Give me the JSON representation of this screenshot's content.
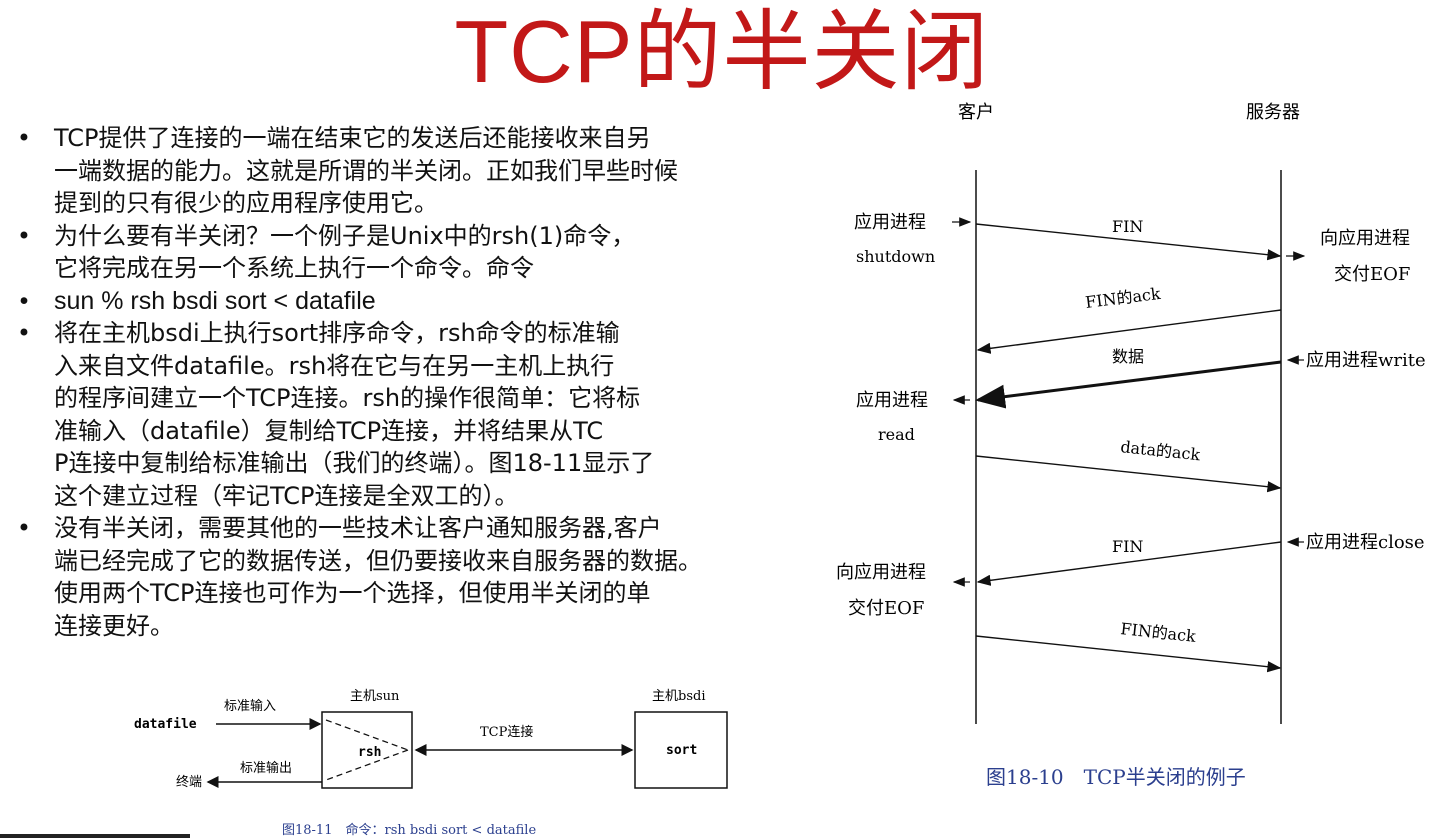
{
  "title": "TCP的半关闭",
  "bullets": [
    {
      "text": "TCP提供了连接的一端在结束它的发送后还能接收来自另一端数据的能力。这就是所谓的半关闭。正如我们早些时候提到的只有很少的应用程序使用它。"
    },
    {
      "text": "为什么要有半关闭？一个例子是Unix中的rsh(1)命令，它将完成在另一个系统上执行一个命令。命令"
    },
    {
      "text": "sun % rsh bsdi sort < datafile"
    },
    {
      "text": "将在主机bsdi上执行sort排序命令，rsh命令的标准输入来自文件datafile。rsh将在它与在另一主机上执行的程序间建立一个TCP连接。rsh的操作很简单：它将标准输入（datafile）复制给TCP连接，并将结果从TCP连接中复制给标准输出（我们的终端）。图18-11显示了这个建立过程（牢记TCP连接是全双工的）。"
    },
    {
      "text": "没有半关闭，需要其他的一些技术让客户通知服务器,客户端已经完成了它的数据传送，但仍要接收来自服务器的数据。使用两个TCP连接也可作为一个选择，但使用半关闭的单连接更好。"
    }
  ],
  "bullet_lines": [
    [
      "TCP提供了连接的一端在结束它的发送后还能接收来自另",
      "一端数据的能力。这就是所谓的半关闭。正如我们早些时候",
      "提到的只有很少的应用程序使用它。"
    ],
    [
      "为什么要有半关闭？一个例子是Unix中的rsh(1)命令，",
      "它将完成在另一个系统上执行一个命令。命令"
    ],
    [
      "sun % rsh bsdi sort < datafile"
    ],
    [
      "将在主机bsdi上执行sort排序命令，rsh命令的标准输",
      "入来自文件datafile。rsh将在它与在另一主机上执行",
      "的程序间建立一个TCP连接。rsh的操作很简单：它将标",
      "准输入（datafile）复制给TCP连接，并将结果从TC",
      "P连接中复制给标准输出（我们的终端）。图18-11显示了",
      "这个建立过程（牢记TCP连接是全双工的）。"
    ],
    [
      "没有半关闭，需要其他的一些技术让客户通知服务器,客户",
      "端已经完成了它的数据传送，但仍要接收来自服务器的数据。",
      "使用两个TCP连接也可作为一个选择，但使用半关闭的单",
      "连接更好。"
    ]
  ],
  "fig_18_11": {
    "host_sun": "主机sun",
    "host_bsdi": "主机bsdi",
    "stdin_label": "标准输入",
    "stdout_label": "标准输出",
    "datafile": "datafile",
    "terminal": "终端",
    "rsh": "rsh",
    "sort": "sort",
    "tcp_conn": "TCP连接",
    "caption": "图18-11　命令：rsh bsdi sort < datafile"
  },
  "fig_18_10": {
    "client": "客户",
    "server": "服务器",
    "left_app_shutdown": "应用进程",
    "shutdown": "shutdown",
    "msg_fin_1": "FIN",
    "right_deliver_1": "向应用进程",
    "right_deliver_2": "交付EOF",
    "msg_fin_ack_1": "FIN的ack",
    "msg_data": "数据",
    "right_app_write": "应用进程write",
    "left_app_read": "应用进程",
    "read": "read",
    "msg_data_ack": "data的ack",
    "right_app_close": "应用进程close",
    "msg_fin_2": "FIN",
    "left_deliver_1": "向应用进程",
    "left_deliver_2": "交付EOF",
    "msg_fin_ack_2": "FIN的ack",
    "caption": "图18-10　TCP半关闭的例子"
  },
  "colors": {
    "title": "#c21818",
    "caption": "#2b3f8e"
  }
}
